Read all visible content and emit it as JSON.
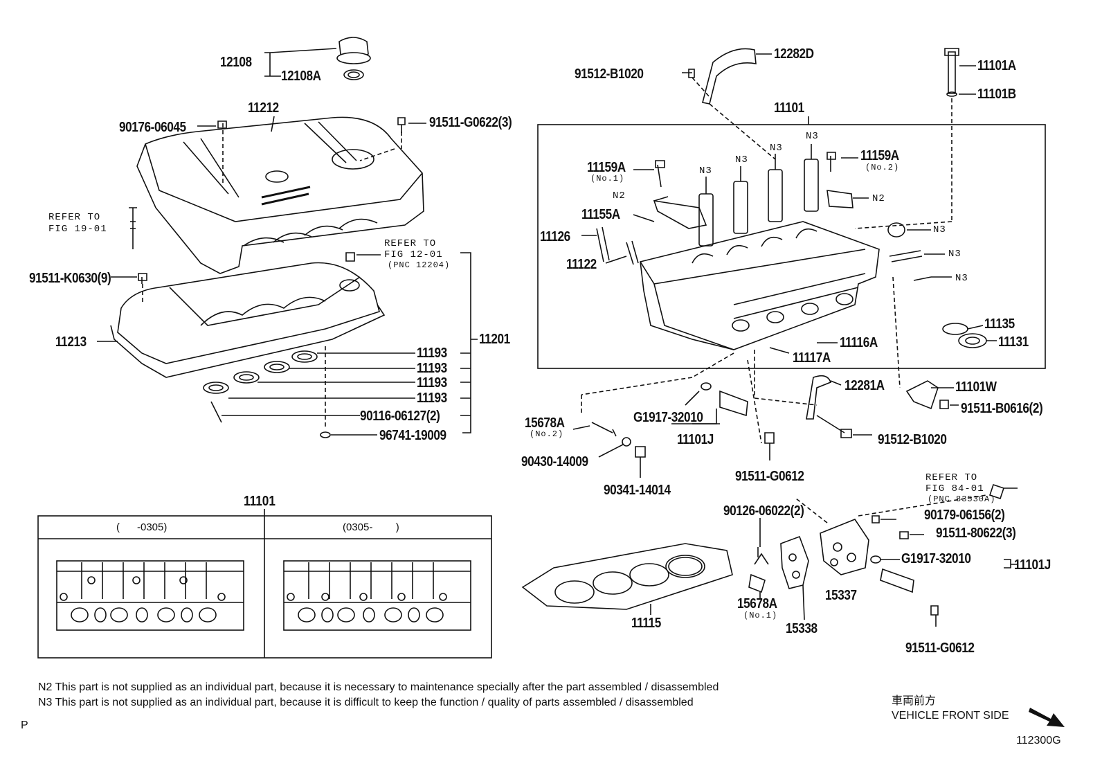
{
  "parts": {
    "p12108": "12108",
    "p12108A": "12108A",
    "p11212": "11212",
    "p90176": "90176-06045",
    "p91511_G0622": "91511-G0622(3)",
    "refer19_a": "REFER TO",
    "refer19_b": "FIG 19-01",
    "refer12_a": "REFER TO",
    "refer12_b": "FIG 12-01",
    "refer12_c": "(PNC 12204)",
    "p91511_K0630": "91511-K0630(9)",
    "p11213": "11213",
    "p11193_1": "11193",
    "p11193_2": "11193",
    "p11193_3": "11193",
    "p11193_4": "11193",
    "p11201": "11201",
    "p90116": "90116-06127(2)",
    "p96741": "96741-19009",
    "p91512_top": "91512-B1020",
    "p12282D": "12282D",
    "p11101A": "11101A",
    "p11101B": "11101B",
    "p11101_main": "11101",
    "p11159A_1": "11159A",
    "p11159A_1n": "(No.1)",
    "p11159A_2": "11159A",
    "p11159A_2n": "(No.2)",
    "n2_a": "N2",
    "n2_b": "N2",
    "n3_1": "N3",
    "n3_2": "N3",
    "n3_3": "N3",
    "n3_4": "N3",
    "n3_5": "N3",
    "n3_6": "N3",
    "n3_7": "N3",
    "p11155A": "11155A",
    "p11126": "11126",
    "p11122": "11122",
    "p11135": "11135",
    "p11131": "11131",
    "p11116A": "11116A",
    "p11117A": "11117A",
    "p12281A": "12281A",
    "p11101W": "11101W",
    "p91511_B0616": "91511-B0616(2)",
    "p15678A_2": "15678A",
    "p15678A_2n": "(No.2)",
    "pG1917_a": "G1917-32010",
    "p11101J_a": "11101J",
    "p91512_b": "91512-B1020",
    "p90430": "90430-14009",
    "p90341": "90341-14014",
    "p91511_G0612_a": "91511-G0612",
    "refer84_a": "REFER TO",
    "refer84_b": "FIG 84-01",
    "refer84_c": "(PNC 83530A)",
    "p90126": "90126-06022(2)",
    "p90179": "90179-06156(2)",
    "p91511_80622": "91511-80622(3)",
    "pG1917_b": "G1917-32010",
    "p11101J_b": "11101J",
    "p15337": "15337",
    "p15678A_1": "15678A",
    "p15678A_1n": "(No.1)",
    "p15338": "15338",
    "p11115": "11115",
    "p91511_G0612_b": "91511-G0612"
  },
  "table": {
    "title": "11101",
    "col1": "(      -0305)",
    "col2": "(0305-        )"
  },
  "notes": {
    "n2": "N2  This part is not supplied as an individual part, because it is necessary to maintenance specially after the part assembled / disassembled",
    "n3": "N3  This part is not supplied as an individual part, because it is difficult to keep the function / quality of parts  assembled / disassembled"
  },
  "footer": {
    "p": "P",
    "jp": "車両前方",
    "front": "VEHICLE FRONT SIDE",
    "code": "112300G"
  }
}
